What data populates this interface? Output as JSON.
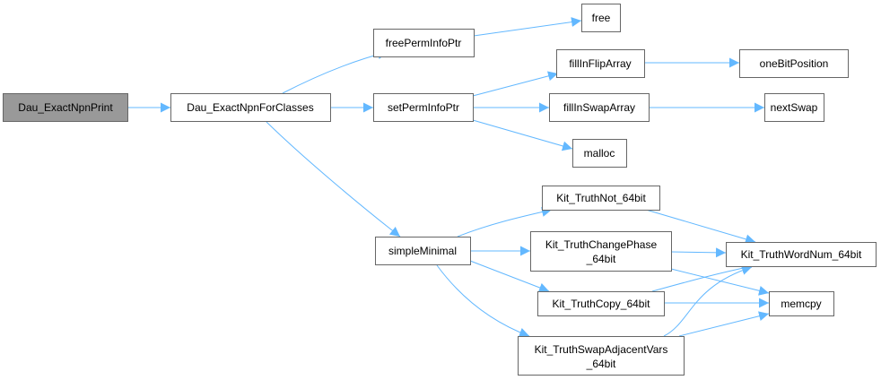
{
  "diagram": {
    "type": "call-graph",
    "edge_color": "#63b8ff",
    "root_fill": "#999999",
    "nodes": {
      "dau_exactnpnprint": {
        "label": "Dau_ExactNpnPrint"
      },
      "dau_exactnpnforclasses": {
        "label": "Dau_ExactNpnForClasses"
      },
      "freeperminfoptr": {
        "label": "freePermInfoPtr"
      },
      "free": {
        "label": "free"
      },
      "setperminfoptr": {
        "label": "setPermInfoPtr"
      },
      "fillinfliparray": {
        "label": "fillInFlipArray"
      },
      "onebitposition": {
        "label": "oneBitPosition"
      },
      "fillinswaparray": {
        "label": "fillInSwapArray"
      },
      "nextswap": {
        "label": "nextSwap"
      },
      "malloc": {
        "label": "malloc"
      },
      "simpleminimal": {
        "label": "simpleMinimal"
      },
      "kit_truthnot_64bit": {
        "label": "Kit_TruthNot_64bit"
      },
      "kit_truthchangephase_64bit": {
        "line1": "Kit_TruthChangePhase",
        "line2": "_64bit"
      },
      "kit_truthwordnum_64bit": {
        "label": "Kit_TruthWordNum_64bit"
      },
      "kit_truthcopy_64bit": {
        "label": "Kit_TruthCopy_64bit"
      },
      "memcpy": {
        "label": "memcpy"
      },
      "kit_truthswapadjacentvars_64bit": {
        "line1": "Kit_TruthSwapAdjacentVars",
        "line2": "_64bit"
      }
    },
    "edges": [
      [
        "Dau_ExactNpnPrint",
        "Dau_ExactNpnForClasses"
      ],
      [
        "Dau_ExactNpnForClasses",
        "freePermInfoPtr"
      ],
      [
        "freePermInfoPtr",
        "free"
      ],
      [
        "Dau_ExactNpnForClasses",
        "setPermInfoPtr"
      ],
      [
        "Dau_ExactNpnForClasses",
        "simpleMinimal"
      ],
      [
        "setPermInfoPtr",
        "fillInFlipArray"
      ],
      [
        "fillInFlipArray",
        "oneBitPosition"
      ],
      [
        "setPermInfoPtr",
        "fillInSwapArray"
      ],
      [
        "fillInSwapArray",
        "nextSwap"
      ],
      [
        "setPermInfoPtr",
        "malloc"
      ],
      [
        "simpleMinimal",
        "Kit_TruthNot_64bit"
      ],
      [
        "simpleMinimal",
        "Kit_TruthChangePhase_64bit"
      ],
      [
        "simpleMinimal",
        "Kit_TruthCopy_64bit"
      ],
      [
        "simpleMinimal",
        "Kit_TruthSwapAdjacentVars_64bit"
      ],
      [
        "Kit_TruthNot_64bit",
        "Kit_TruthWordNum_64bit"
      ],
      [
        "Kit_TruthChangePhase_64bit",
        "Kit_TruthWordNum_64bit"
      ],
      [
        "Kit_TruthChangePhase_64bit",
        "memcpy"
      ],
      [
        "Kit_TruthCopy_64bit",
        "Kit_TruthWordNum_64bit"
      ],
      [
        "Kit_TruthCopy_64bit",
        "memcpy"
      ],
      [
        "Kit_TruthSwapAdjacentVars_64bit",
        "Kit_TruthWordNum_64bit"
      ],
      [
        "Kit_TruthSwapAdjacentVars_64bit",
        "memcpy"
      ]
    ]
  }
}
